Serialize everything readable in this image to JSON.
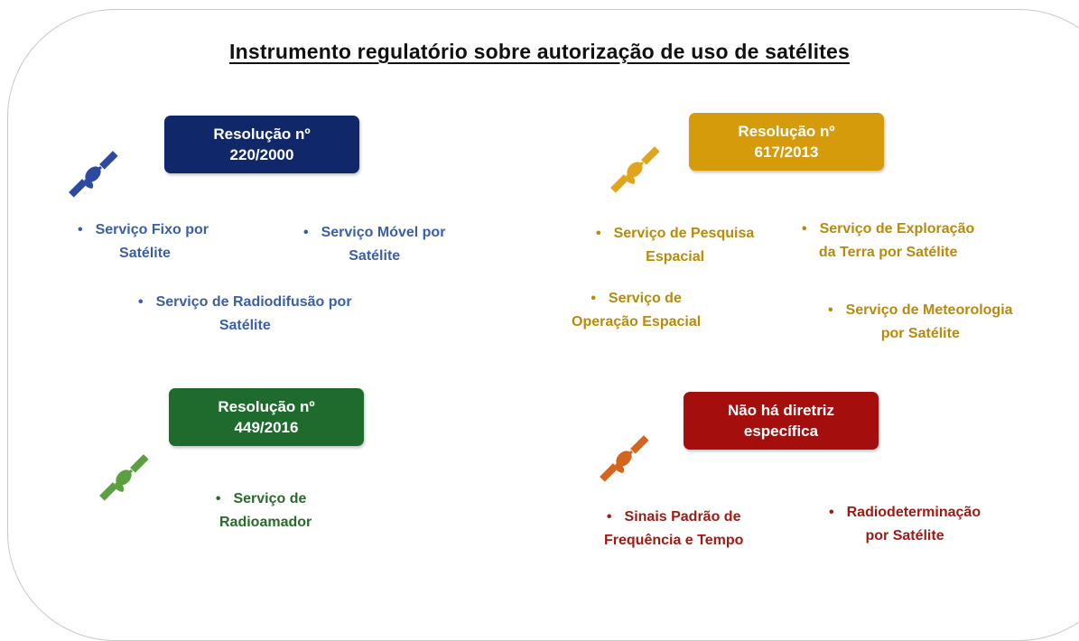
{
  "title": "Instrumento regulatório sobre autorização de uso de satélites",
  "colors": {
    "navy": "#10286a",
    "gold": "#d69b0a",
    "green": "#1f6b2d",
    "red": "#a40f0d"
  },
  "groups": [
    {
      "box_line1": "Resolução nº",
      "box_line2": "220/2000",
      "icon": "satellite-icon",
      "items": [
        {
          "line1": "Serviço Fixo por",
          "line2": "Satélite"
        },
        {
          "line1": "Serviço Móvel por",
          "line2": "Satélite"
        },
        {
          "line1": "Serviço de Radiodifusão por",
          "line2": "Satélite"
        }
      ]
    },
    {
      "box_line1": "Resolução nº",
      "box_line2": "617/2013",
      "icon": "satellite-icon",
      "items": [
        {
          "line1": "Serviço de Pesquisa",
          "line2": "Espacial"
        },
        {
          "line1": "Serviço de Exploração",
          "line2": "da Terra por Satélite"
        },
        {
          "line1": "Serviço de",
          "line2": "Operação Espacial"
        },
        {
          "line1": "Serviço de Meteorologia",
          "line2": "por Satélite"
        }
      ]
    },
    {
      "box_line1": "Resolução nº",
      "box_line2": "449/2016",
      "icon": "satellite-icon",
      "items": [
        {
          "line1": "Serviço de",
          "line2": "Radioamador"
        }
      ]
    },
    {
      "box_line1": "Não há diretriz",
      "box_line2": "específica",
      "icon": "satellite-icon",
      "items": [
        {
          "line1": "Sinais Padrão de",
          "line2": "Frequência e Tempo"
        },
        {
          "line1": "Radiodeterminação",
          "line2": "por Satélite"
        }
      ]
    }
  ]
}
